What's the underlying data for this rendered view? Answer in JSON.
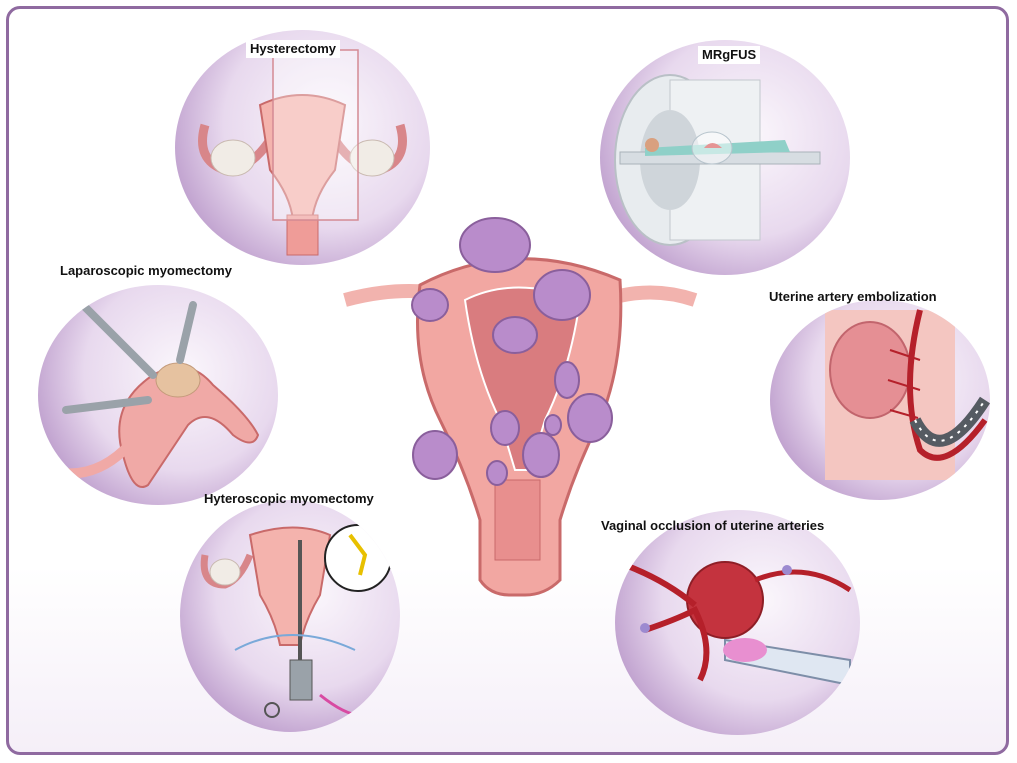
{
  "labels": {
    "hysterectomy": "Hysterectomy",
    "mrgfus": "MRgFUS",
    "laparoscopic": "Laparoscopic myomectomy",
    "uterine_artery": "Uterine artery embolization",
    "hysteroscopic": "Hyteroscopic myomectomy",
    "vaginal_occlusion": "Vaginal occlusion of uterine arteries"
  },
  "colors": {
    "frame": "#8f6aa0",
    "uterus": "#f2a7a2",
    "uterus_dark": "#c96a6a",
    "fibroid": "#b98ccb",
    "artery": "#b5202a",
    "circle_edge": "#9a74ae"
  }
}
